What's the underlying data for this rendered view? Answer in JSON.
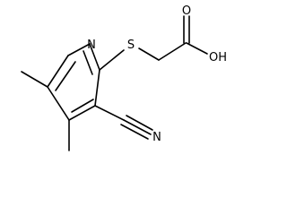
{
  "molecule": {
    "atoms": {
      "ring_nitrogen": "N",
      "sulfur": "S",
      "carbonyl_oxygen": "O",
      "hydroxyl": "OH",
      "nitrile_nitrogen": "N"
    }
  }
}
